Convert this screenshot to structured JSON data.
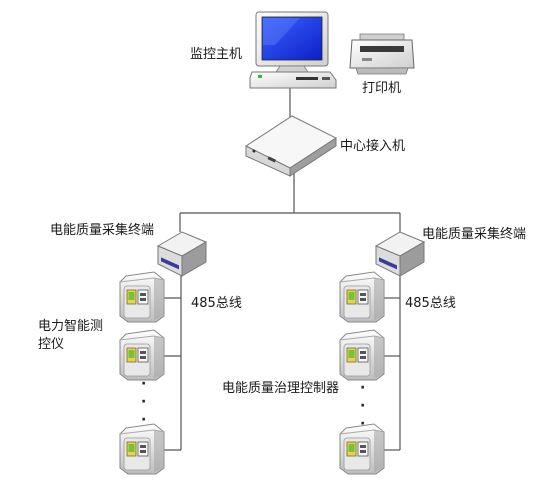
{
  "labels": {
    "host": "监控主机",
    "printer": "打印机",
    "center": "中心接入机",
    "collector_left": "电能质量采集终端",
    "collector_right": "电能质量采集终端",
    "bus_left": "485总线",
    "bus_right": "485总线",
    "meter_line1": "电力智能测",
    "meter_line2": "控仪",
    "controller": "电能质量治理控制器"
  },
  "ellipsis_dot": "·",
  "colors": {
    "wire": "#555555",
    "screen": "#1b3cff",
    "device_body": "#f4f4f4",
    "device_panel": "#e6d25a",
    "device_green": "#77c23a"
  }
}
